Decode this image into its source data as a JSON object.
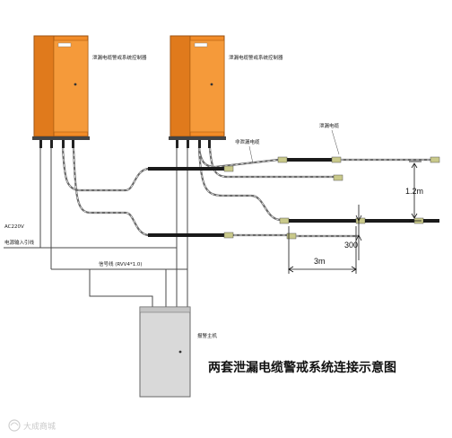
{
  "title": "两套泄漏电缆警戒系统连接示意图",
  "controller_label_1": "泄漏电缆警戒系统控制器",
  "controller_label_2": "泄漏电缆警戒系统控制器",
  "cable_label_top": "泄漏电缆",
  "cable_label_mid": "非泄漏电缆",
  "power_label_1": "AC220V",
  "power_label_2": "电源输入引线",
  "signal_label": "信号线 (RVV4*1.0)",
  "alarm_host_label": "报警主机",
  "dim_spacing": "1.2m",
  "dim_offset": "300",
  "dim_length": "3m",
  "watermark": "大成商城",
  "colors": {
    "controller_fill": "#f28c28",
    "controller_dark": "#c8641a",
    "host_fill": "#d9d9d9",
    "cable": "#1a1a1a",
    "connector": "#c9c98a",
    "line": "#4a4a4a"
  }
}
